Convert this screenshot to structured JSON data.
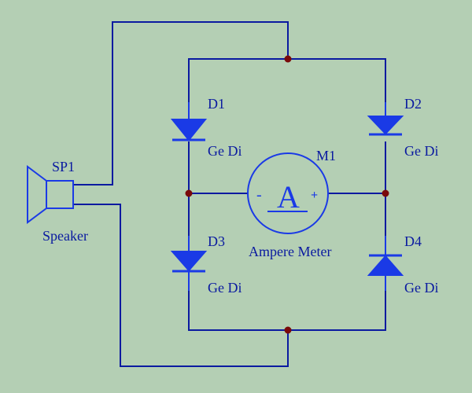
{
  "colors": {
    "background": "#b4cfb4",
    "wire": "#0a1aa0",
    "junction": "#7a0a0a",
    "component": "#1a3ae6"
  },
  "components": {
    "speaker": {
      "ref": "SP1",
      "value": "Speaker"
    },
    "meter": {
      "ref": "M1",
      "symbol": "A",
      "minus": "-",
      "plus": "+",
      "value": "Ampere Meter"
    },
    "d1": {
      "ref": "D1",
      "value": "Ge Di"
    },
    "d2": {
      "ref": "D2",
      "value": "Ge Di"
    },
    "d3": {
      "ref": "D3",
      "value": "Ge Di"
    },
    "d4": {
      "ref": "D4",
      "value": "Ge Di"
    }
  }
}
